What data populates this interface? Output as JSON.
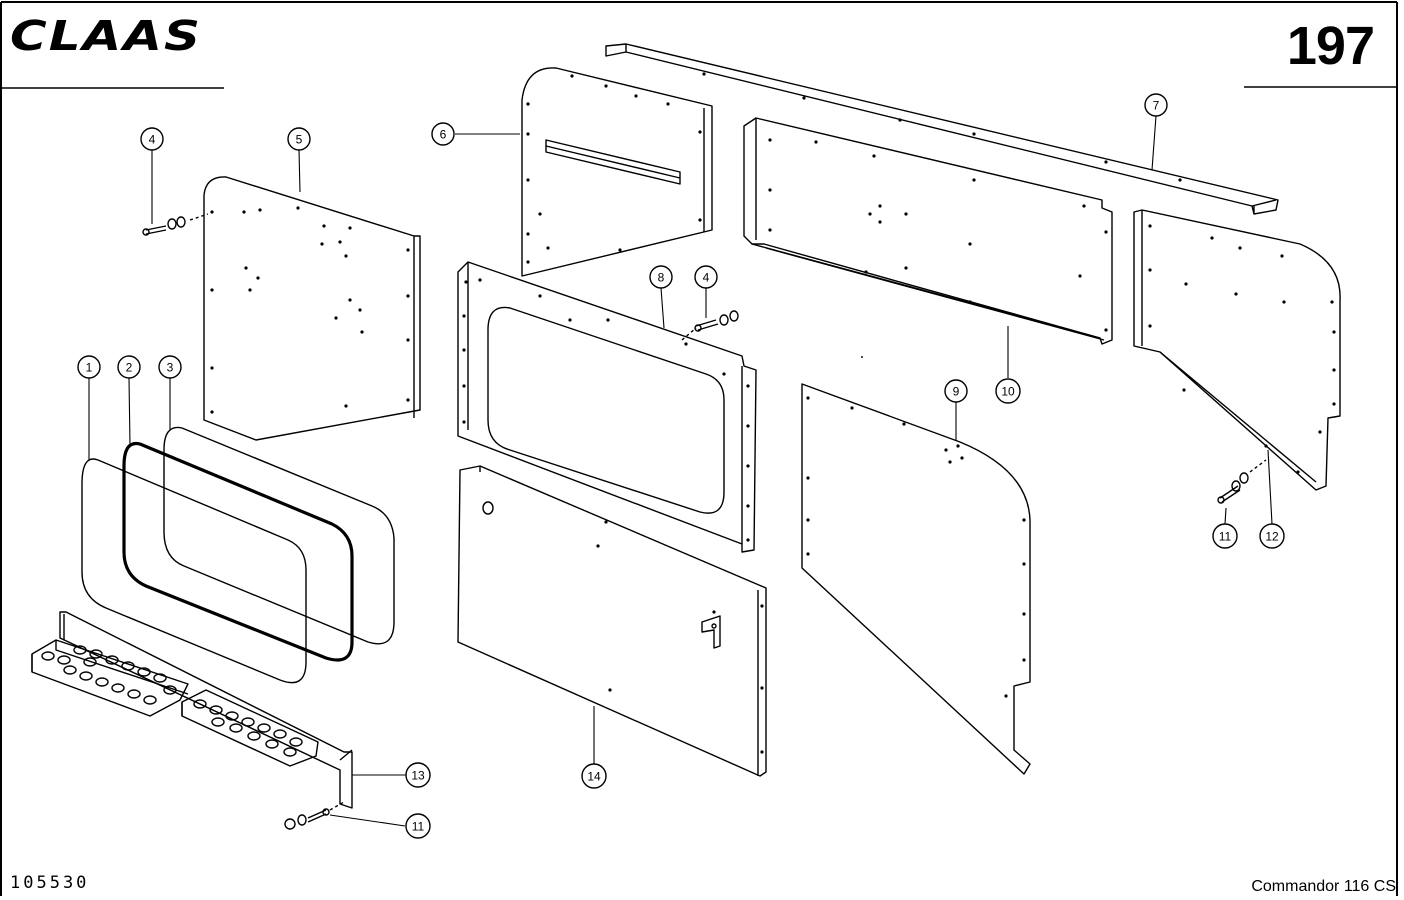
{
  "header": {
    "brand": "CLAAS",
    "page_number": "197"
  },
  "footer": {
    "drawing_number": "105530",
    "model": "Commandor 116 CS"
  },
  "callouts": [
    {
      "label": "1"
    },
    {
      "label": "2"
    },
    {
      "label": "3"
    },
    {
      "label": "4"
    },
    {
      "label": "5"
    },
    {
      "label": "6"
    },
    {
      "label": "7"
    },
    {
      "label": "8"
    },
    {
      "label": "4"
    },
    {
      "label": "9"
    },
    {
      "label": "10"
    },
    {
      "label": "11"
    },
    {
      "label": "12"
    },
    {
      "label": "13"
    },
    {
      "label": "11"
    },
    {
      "label": "14"
    }
  ]
}
